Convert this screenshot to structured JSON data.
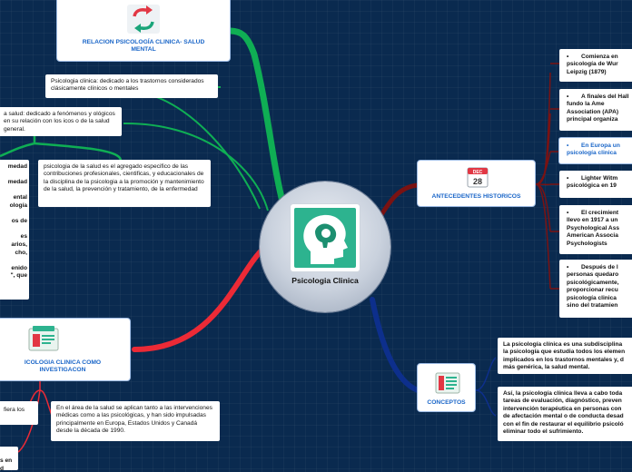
{
  "central": {
    "title": "Psicologia Clinica",
    "icon": "head-silhouette-icon"
  },
  "colors": {
    "background": "#0a2a4f",
    "branch_top": "#0fae54",
    "branch_antecedentes": "#7a1212",
    "branch_conceptos": "#0d2f8c",
    "branch_investigacion": "#ec2a36",
    "title_blue": "#1a66c8"
  },
  "topics": {
    "relacion": {
      "title": "RELACION PSICOLOGÍA CLINICA- SALUD MENTAL",
      "icon": "recycle-arrows-icon"
    },
    "antecedentes": {
      "title": "ANTECEDENTES HISTORICOS",
      "icon": "calendar-icon",
      "calendar_month": "DEC",
      "calendar_day": "28"
    },
    "conceptos": {
      "title": "CONCEPTOS",
      "icon": "document-list-icon"
    },
    "investigacion": {
      "title": "ICOLOGIA CLINICA COMO INVESTIGACON",
      "icon": "clipboard-list-icon"
    }
  },
  "notes": {
    "psicologia_clinica_def": "Psicologia clinica: dedicado a los trastornos considerados clásicamente clínicos o mentales",
    "psicologia_salud_def": "a salud: dedicado a fenómenos y ológicos en su relación con los icos o de la salud general.",
    "salud_agregado": "psicologia de la salud es el agregado especifico de las contribuciones profesionales, cientificas, y educacionales de la disciplina de la psicologia a la promoción y mantenimiento de la salud, la prevención y tratamiento, de la enfermedad",
    "left_cut_lines": [
      "medad",
      "",
      "medad",
      "",
      "ental",
      "ología",
      "",
      "os de",
      "",
      "es",
      "arios,",
      "cho,",
      "",
      "enido",
      "\", que"
    ],
    "europa_text": "En el área de la salud se aplican tanto a las intervenciones médicas como a las psicológicas, y han sido impulsadas principalmente en Europa, Estados Unidos y Canadá desde la década de 1990.",
    "fiera": "fiera los",
    "bottom_cut": "s en\nd"
  },
  "antecedentes_items": [
    {
      "bullet": "•",
      "text": "Comienza en psicología de Wur Leipzig (1879)",
      "blue": false
    },
    {
      "bullet": "•",
      "text": "A finales del Hall fundo la Ame Association (APA) principal organiza",
      "blue": false
    },
    {
      "bullet": "•",
      "text": "En Europa un psicología clinica",
      "blue": true
    },
    {
      "bullet": "•",
      "text": "Lighter Witm psicológica en 19",
      "blue": false
    },
    {
      "bullet": "•",
      "text": "El crecimient llevo en 1917 a un Psychological Ass American Associa Psychologists",
      "blue": false
    },
    {
      "bullet": "•",
      "text": "Después de l personas quedaro psicológicamente, proporcionar recu psicología clinica sino del tratamien",
      "blue": false
    }
  ],
  "conceptos_items": [
    "La psicología clínica es una subdisciplina la psicología que estudia todos los elemen implicados en los trastornos mentales y, d más genérica, la salud mental.",
    "Así, la psicología clínica lleva a cabo toda tareas de evaluación, diagnóstico, preven intervención terapéutica en personas con de afectación mental o de conducta desad con el fin de restaurar el equilibrio psicoló eliminar todo el sufrimiento."
  ]
}
